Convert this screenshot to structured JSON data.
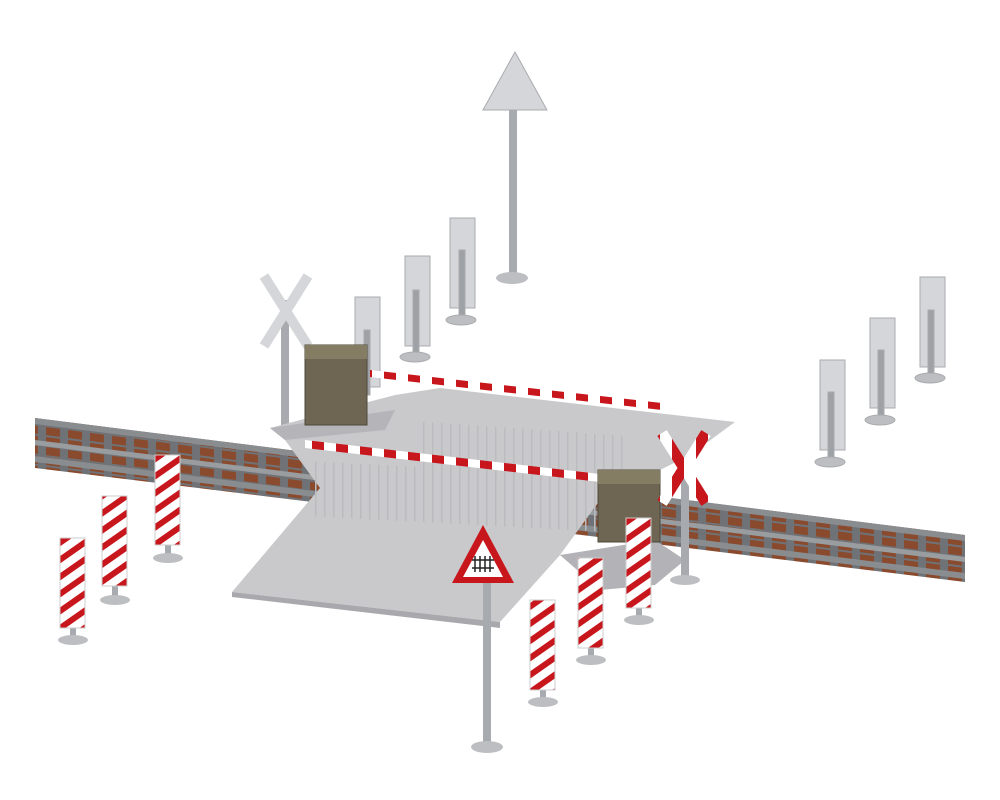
{
  "scene": {
    "colors": {
      "background": "#ffffff",
      "platform": "#c9c9cb",
      "platform_side": "#a9a9ad",
      "rail": "#8a8d90",
      "sleeper": "#8a4a2e",
      "barrier_red": "#c8161d",
      "box": "#6e6652",
      "sign_gray": "#d4d6d9",
      "post": "#a7aaae"
    },
    "icons": [
      "railway-crossing-warning-sign",
      "st-andrews-cross",
      "triangle-sign",
      "striped-beacon",
      "barrier-gate"
    ]
  }
}
